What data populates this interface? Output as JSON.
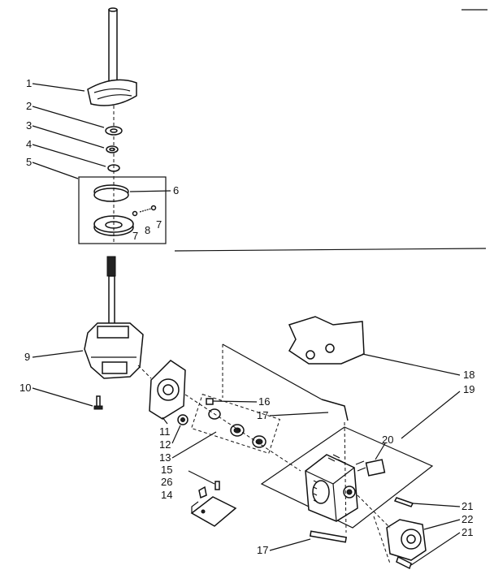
{
  "callouts": {
    "c1": "1",
    "c2": "2",
    "c3": "3",
    "c4": "4",
    "c5": "5",
    "c6": "6",
    "c7a": "7",
    "c7b": "7",
    "c8": "8",
    "c9": "9",
    "c10": "10",
    "c11": "11",
    "c12": "12",
    "c13": "13",
    "c14": "14",
    "c15": "15",
    "c16": "16",
    "c17a": "17",
    "c17b": "17",
    "c18": "18",
    "c19": "19",
    "c20": "20",
    "c21a": "21",
    "c21b": "21",
    "c22": "22",
    "c26": "26"
  }
}
